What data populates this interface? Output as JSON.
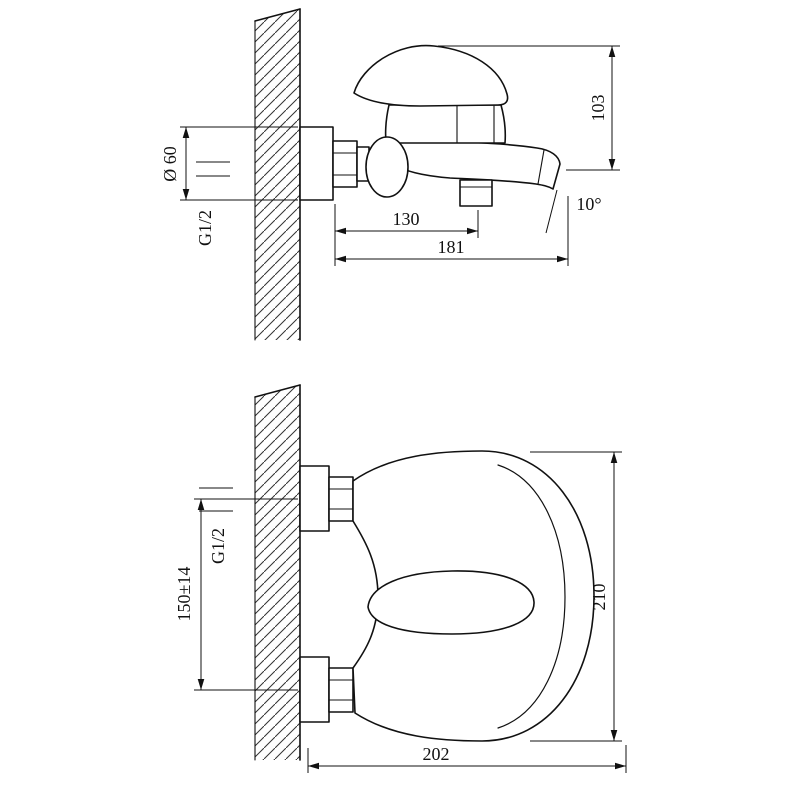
{
  "page": {
    "background": "#ffffff",
    "line_color": "#111111"
  },
  "side_view": {
    "dims": {
      "escutcheon_diameter": "Ø 60",
      "inlet_thread": "G1/2",
      "height": "103",
      "wall_to_diverter": "130",
      "wall_to_spout_tip": "181",
      "spout_angle": "10°"
    }
  },
  "front_view": {
    "dims": {
      "inlet_thread": "G1/2",
      "inlet_spacing": "150±14",
      "overall_height": "210",
      "overall_width": "202"
    }
  }
}
